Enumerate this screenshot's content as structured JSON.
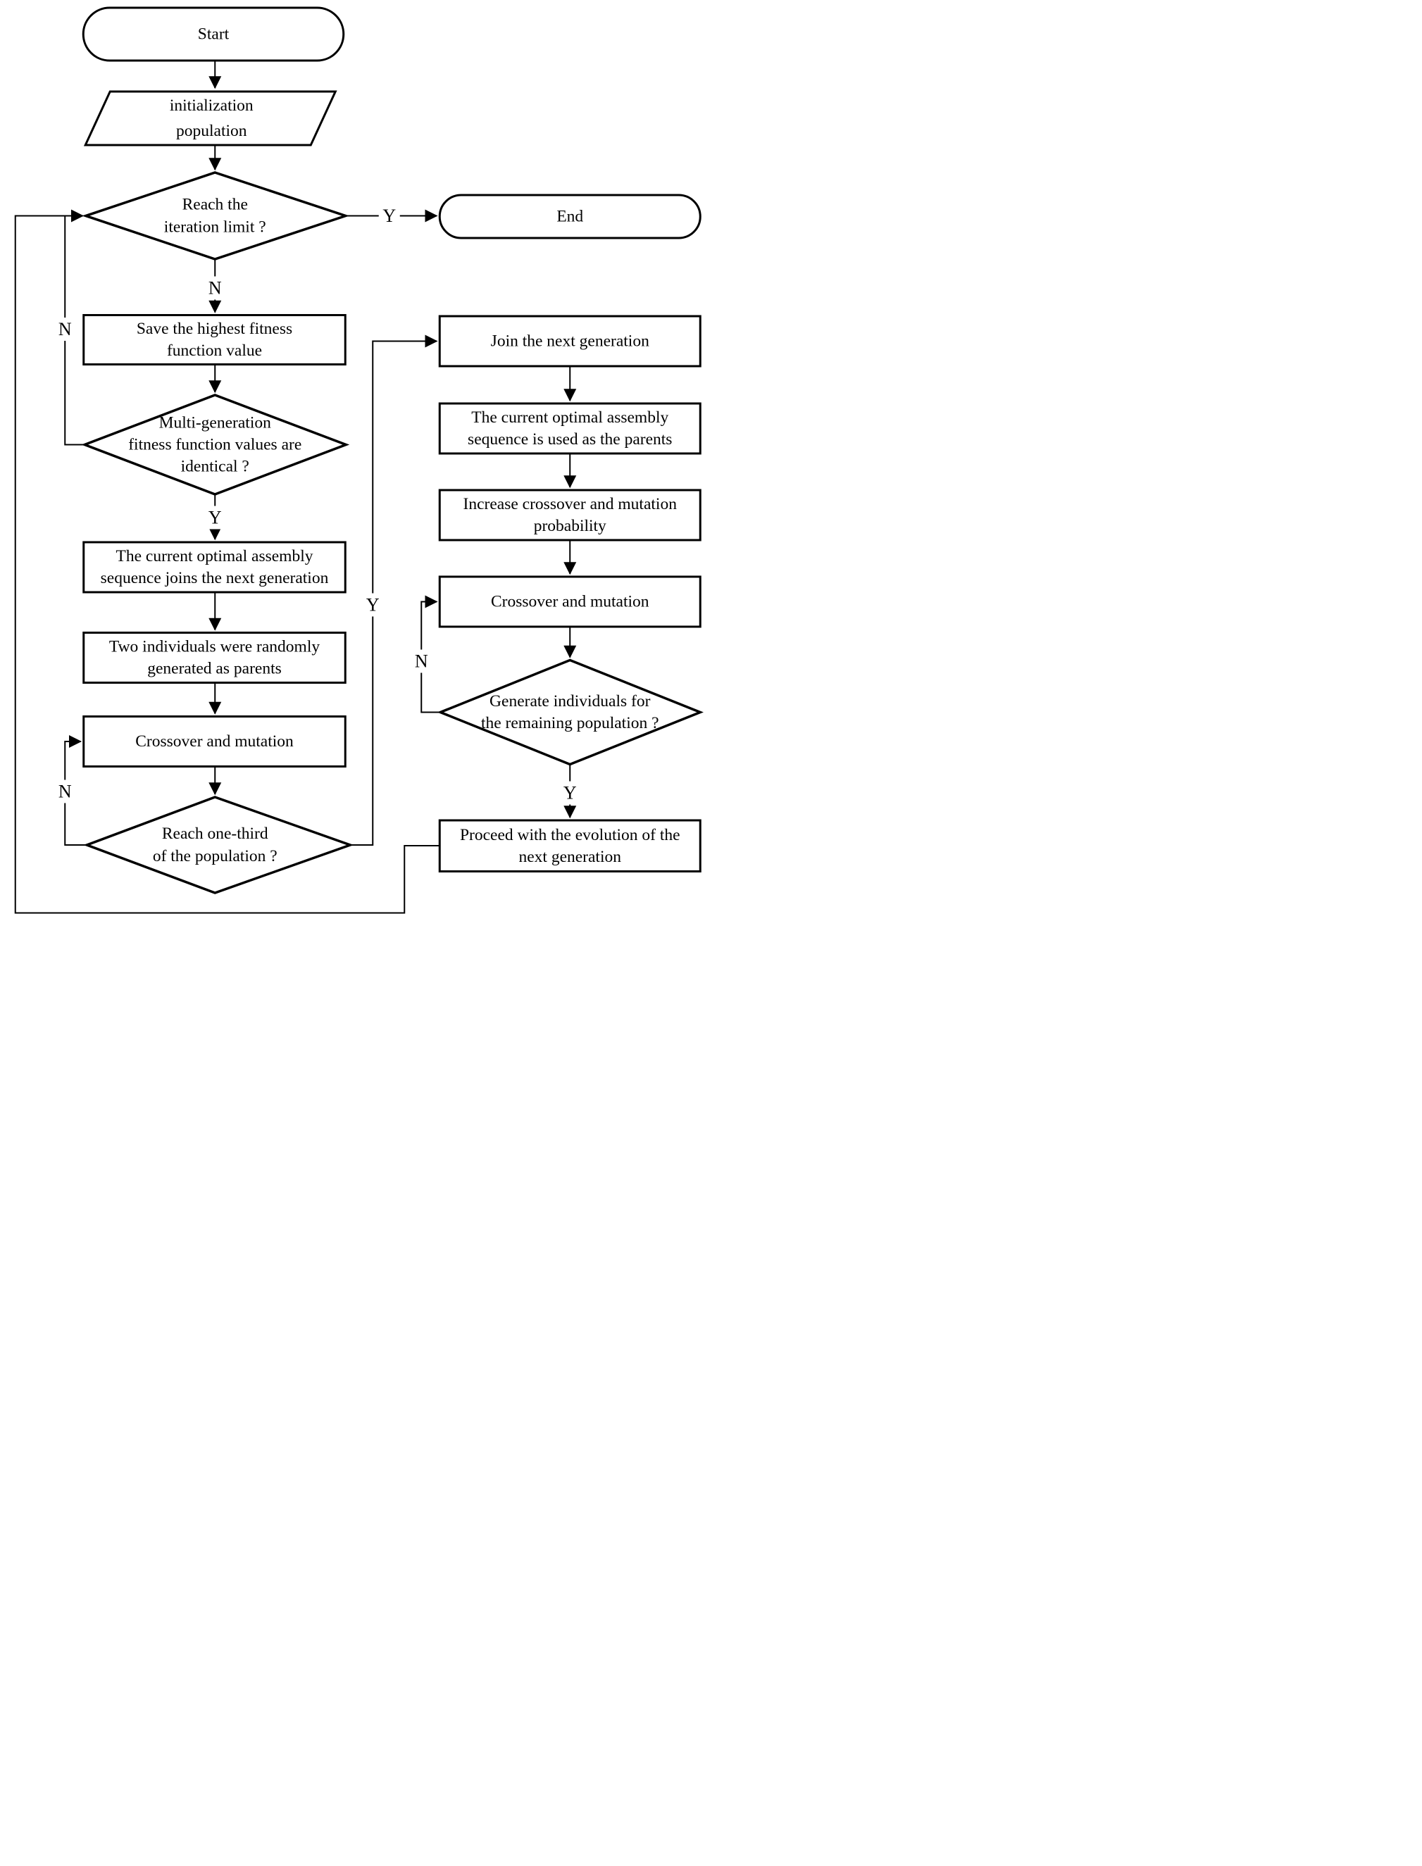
{
  "figure": {
    "kind": "flowchart",
    "background_color": "#ffffff",
    "line_color": "#000000",
    "text_color": "#000000"
  },
  "nodes": [
    {
      "id": "start",
      "shape": "terminator",
      "lines": [
        "Start"
      ]
    },
    {
      "id": "init",
      "shape": "data",
      "lines": [
        "initialization",
        "population"
      ]
    },
    {
      "id": "iter_limit",
      "shape": "decision",
      "lines": [
        "Reach the",
        "iteration limit ?"
      ]
    },
    {
      "id": "end",
      "shape": "terminator",
      "lines": [
        "End"
      ]
    },
    {
      "id": "save_fitness",
      "shape": "process",
      "lines": [
        "Save the highest fitness",
        "function value"
      ]
    },
    {
      "id": "multi_gen",
      "shape": "decision",
      "lines": [
        "Multi-generation",
        "fitness function values are",
        "identical ?"
      ]
    },
    {
      "id": "opt_joins",
      "shape": "process",
      "lines": [
        "The current optimal assembly",
        "sequence joins the next generation"
      ]
    },
    {
      "id": "two_individuals",
      "shape": "process",
      "lines": [
        "Two individuals were randomly",
        "generated as  parents"
      ]
    },
    {
      "id": "crossover_left",
      "shape": "process",
      "lines": [
        "Crossover and mutation"
      ]
    },
    {
      "id": "one_third",
      "shape": "decision",
      "lines": [
        "Reach one-third",
        "of the population ?"
      ]
    },
    {
      "id": "join_next",
      "shape": "process",
      "lines": [
        "Join the next generation"
      ]
    },
    {
      "id": "opt_parents",
      "shape": "process",
      "lines": [
        "The current optimal assembly",
        "sequence is used as the parents"
      ]
    },
    {
      "id": "increase_prob",
      "shape": "process",
      "lines": [
        "Increase crossover and mutation",
        "probability"
      ]
    },
    {
      "id": "crossover_right",
      "shape": "process",
      "lines": [
        "Crossover and mutation"
      ]
    },
    {
      "id": "gen_remaining",
      "shape": "decision",
      "lines": [
        "Generate individuals for",
        "the remaining population ?"
      ]
    },
    {
      "id": "proceed",
      "shape": "process",
      "lines": [
        "Proceed with the evolution of the",
        "next generation"
      ]
    }
  ],
  "edge_labels": [
    {
      "id": "y_iter_end",
      "text": "Y"
    },
    {
      "id": "n_iter_save",
      "text": "N"
    },
    {
      "id": "n_multigen_loop",
      "text": "N"
    },
    {
      "id": "y_multigen_down",
      "text": "Y"
    },
    {
      "id": "n_onethird_loop",
      "text": "N"
    },
    {
      "id": "y_onethird_join",
      "text": "Y"
    },
    {
      "id": "n_remaining_loop",
      "text": "N"
    },
    {
      "id": "y_remaining_down",
      "text": "Y"
    }
  ]
}
